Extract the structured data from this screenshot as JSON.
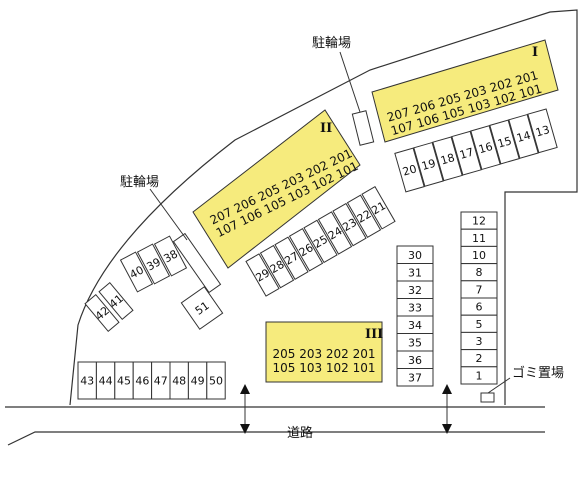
{
  "labels": {
    "bicycle_parking_1": "駐輪場",
    "bicycle_parking_2": "駐輪場",
    "garbage": "ゴミ置場",
    "road": "道路"
  },
  "buildings": {
    "b1": {
      "roman": "I",
      "top": [
        "207",
        "206",
        "205",
        "203",
        "202",
        "201"
      ],
      "bottom": [
        "107",
        "106",
        "105",
        "103",
        "102",
        "101"
      ]
    },
    "b2": {
      "roman": "II",
      "top": [
        "207",
        "206",
        "205",
        "203",
        "202",
        "201"
      ],
      "bottom": [
        "107",
        "106",
        "105",
        "103",
        "102",
        "101"
      ]
    },
    "b3": {
      "roman": "III",
      "top": [
        "205",
        "203",
        "202",
        "201"
      ],
      "bottom": [
        "105",
        "103",
        "102",
        "101"
      ]
    }
  },
  "parking": {
    "right_column": [
      "12",
      "11",
      "10",
      "8",
      "7",
      "6",
      "5",
      "3",
      "2",
      "1"
    ],
    "top_row": [
      "20",
      "19",
      "18",
      "17",
      "16",
      "15",
      "14",
      "13"
    ],
    "middle_row": [
      "29",
      "28",
      "27",
      "26",
      "25",
      "24",
      "23",
      "22",
      "21"
    ],
    "center_column": [
      "30",
      "31",
      "32",
      "33",
      "34",
      "35",
      "36",
      "37"
    ],
    "bottom_row": [
      "43",
      "44",
      "45",
      "46",
      "47",
      "48",
      "49",
      "50"
    ],
    "left_group": [
      "40",
      "39",
      "38"
    ],
    "left_pair": [
      "42",
      "41"
    ],
    "single": [
      "51"
    ]
  },
  "colors": {
    "building_fill": "#f6eb7d",
    "line": "#333333"
  }
}
